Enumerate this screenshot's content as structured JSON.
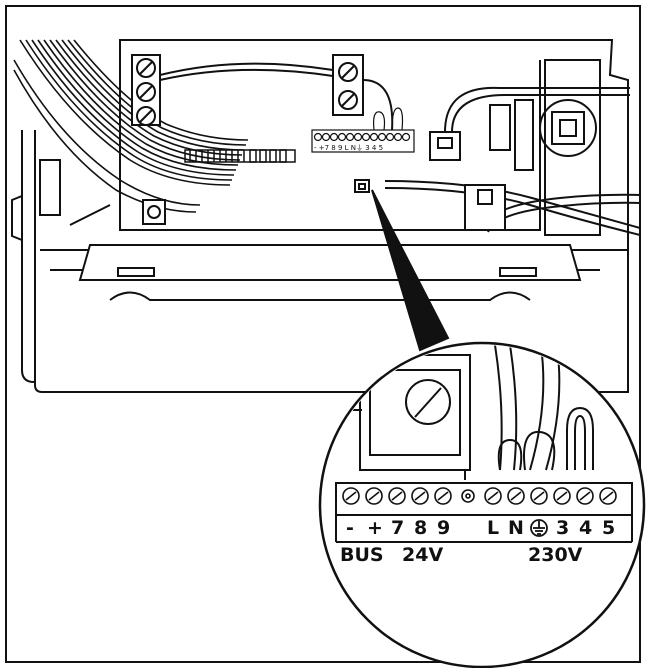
{
  "overview_strip": {
    "terminal_labels": "- +7 8 9   L N⏚ 3 4 5"
  },
  "detail_callout": {
    "terminal_labels": {
      "minus": "-",
      "plus": "+",
      "t7": "7",
      "t8": "8",
      "t9": "9",
      "L": "L",
      "N": "N",
      "t3": "3",
      "t4": "4",
      "t5": "5"
    },
    "group_labels": {
      "bus": "BUS",
      "low_voltage": "24V",
      "mains": "230V"
    }
  },
  "icons": [
    "earth-ground-icon",
    "screw-terminal-icon"
  ]
}
